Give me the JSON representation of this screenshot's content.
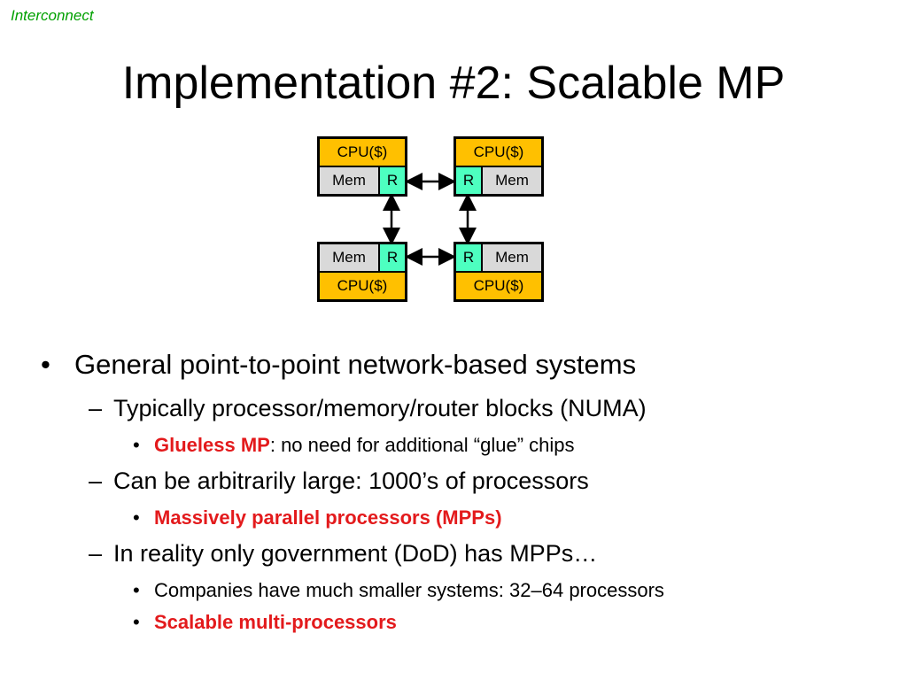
{
  "section_tag": "Interconnect",
  "title": "Implementation #2: Scalable MP",
  "diagram": {
    "cpu_label": "CPU($)",
    "mem_label": "Mem",
    "router_label": "R",
    "colors": {
      "cpu": "#ffc000",
      "mem": "#d9d9d9",
      "router": "#4dffc0"
    }
  },
  "bullets": {
    "b1": "General point-to-point network-based systems",
    "b1_1": "Typically processor/memory/router blocks (NUMA)",
    "b1_1_1_red": "Glueless MP",
    "b1_1_1_rest": ": no need for additional “glue” chips",
    "b1_2": "Can be arbitrarily large: 1000’s of processors",
    "b1_2_1_red": "Massively parallel processors (MPPs)",
    "b1_3": "In reality only government (DoD) has MPPs…",
    "b1_3_1": "Companies have much smaller systems: 32–64 processors",
    "b1_3_2_red": "Scalable multi-processors",
    "bullet_glyph": "•",
    "dash_glyph": "–"
  }
}
